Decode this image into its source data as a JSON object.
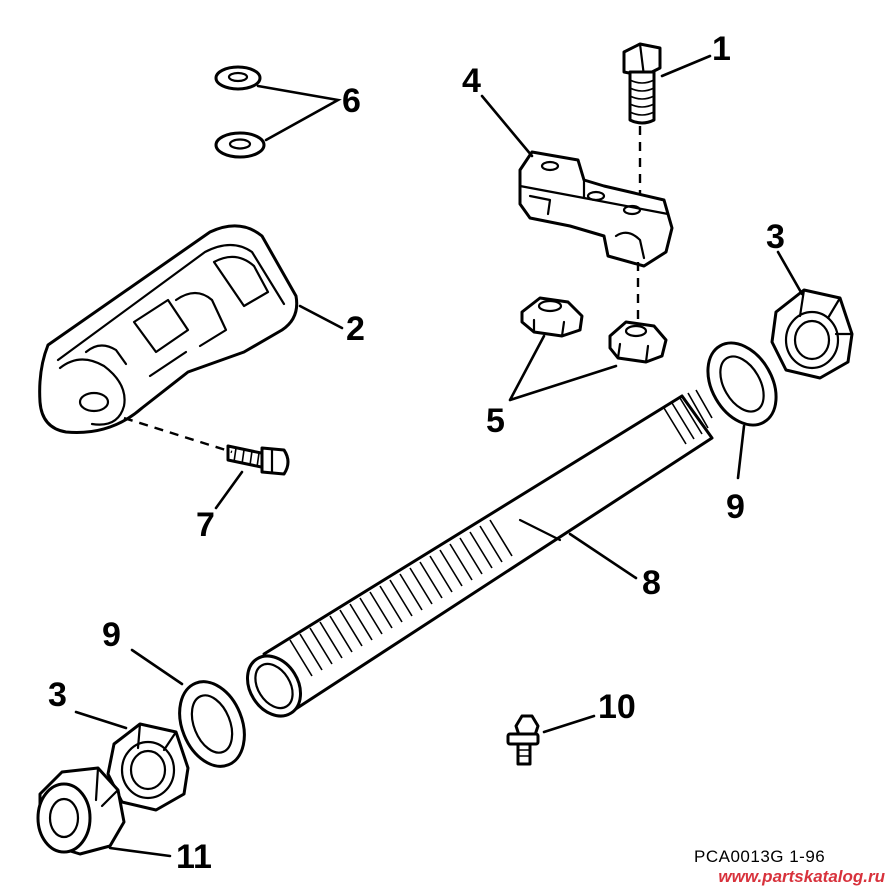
{
  "callouts": [
    {
      "id": "1",
      "text": "1"
    },
    {
      "id": "2",
      "text": "2"
    },
    {
      "id": "3a",
      "text": "3"
    },
    {
      "id": "3b",
      "text": "3"
    },
    {
      "id": "4",
      "text": "4"
    },
    {
      "id": "5",
      "text": "5"
    },
    {
      "id": "6",
      "text": "6"
    },
    {
      "id": "7",
      "text": "7"
    },
    {
      "id": "8",
      "text": "8"
    },
    {
      "id": "9a",
      "text": "9"
    },
    {
      "id": "9b",
      "text": "9"
    },
    {
      "id": "10",
      "text": "10"
    },
    {
      "id": "11",
      "text": "11"
    }
  ],
  "footer": {
    "ref_code": "PCA0013G  1-96",
    "watermark": "www.partskatalog.ru"
  },
  "colors": {
    "line": "#000000",
    "background": "#ffffff",
    "watermark": "#d8323c"
  }
}
